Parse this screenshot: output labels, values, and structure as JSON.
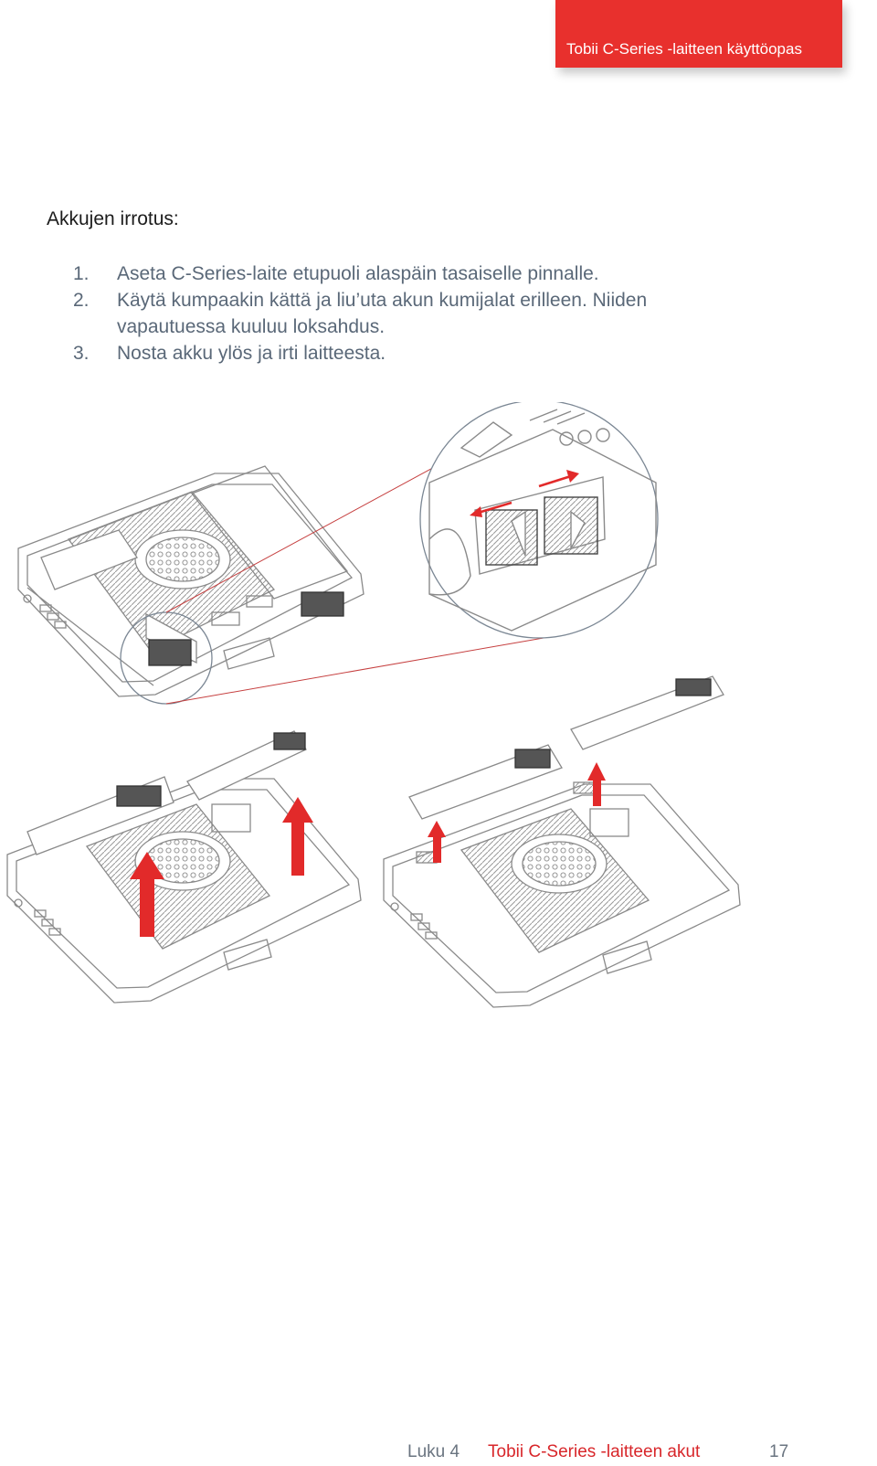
{
  "header": {
    "title": "Tobii C-Series -laitteen käyttöopas"
  },
  "section": {
    "heading": "Akkujen irrotus:",
    "steps": [
      {
        "num": "1.",
        "text": "Aseta C-Series-laite etupuoli alaspäin tasaiselle pinnalle."
      },
      {
        "num": "2.",
        "text": "Käytä kumpaakin kättä ja liu’uta akun kumijalat erilleen. Niiden vapautuessa kuuluu loksahdus."
      },
      {
        "num": "3.",
        "text": "Nosta akku ylös ja irti laitteesta."
      }
    ]
  },
  "footer": {
    "chapter": "Luku 4",
    "chapter_title": "Tobii C-Series -laitteen akut",
    "page_number": "17"
  },
  "colors": {
    "accent": "#e8302d",
    "body_text": "#5a6878",
    "line_art": "#8a8a8a"
  }
}
